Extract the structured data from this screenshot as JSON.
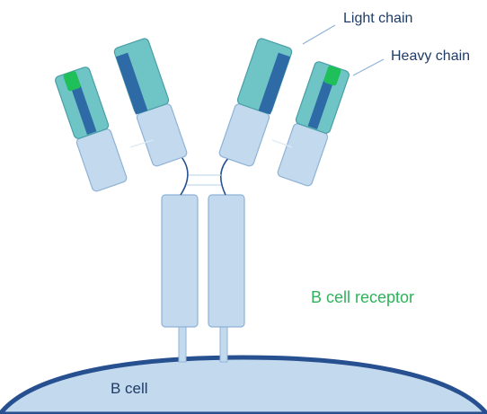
{
  "labels": {
    "light_chain": "Light chain",
    "heavy_chain": "Heavy chain",
    "b_cell_receptor": "B cell receptor",
    "b_cell": "B cell"
  },
  "colors": {
    "constant_region": "#c3d9ee",
    "constant_stroke": "#8fb2d6",
    "variable_teal": "#6fc5c5",
    "variable_dark": "#2e6aa6",
    "hypervariable_green": "#1fbf5a",
    "cell_fill": "#c3d9ee",
    "cell_outline": "#26508f",
    "text_dark": "#1f3c66",
    "text_green": "#2eb35a"
  }
}
